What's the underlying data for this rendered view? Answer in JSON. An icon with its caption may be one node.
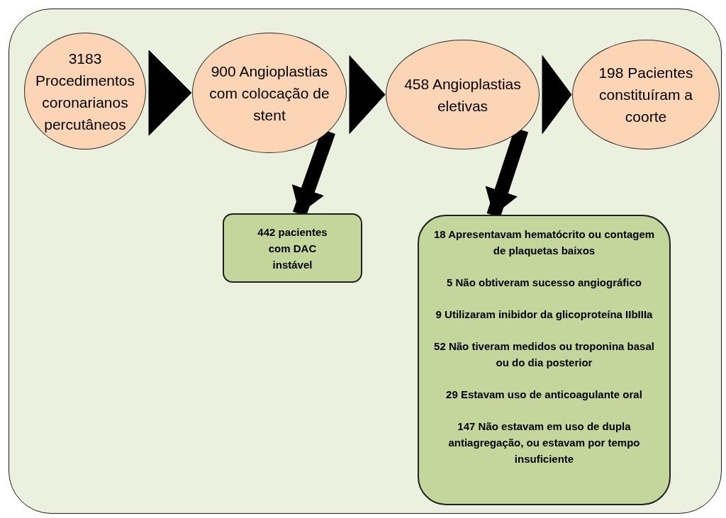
{
  "diagram": {
    "nodes": [
      {
        "text": [],
        "shape": "box"
      },
      {
        "text": [
          "3183 Procedimentos coronarianos percutâneos"
        ],
        "in": 0
      },
      {
        "text": [
          "900 Angioplastias com colocação de stent"
        ],
        "in": 0
      },
      {
        "text": [
          "458 Angioplastias eletivas"
        ],
        "in": 0
      },
      {
        "text": [
          "198 Pacientes constituíram a coorte"
        ],
        "in": 0
      },
      {
        "text": [
          "442 pacientes com DAC instável"
        ],
        "in": 0
      },
      {
        "text": [
          "18 Apresentavam hematócrito ou contagem de plaquetas baixos",
          "5 Não obtiveram sucesso angiográfico",
          "9 Utilizaram inibidor da glicoproteína IIbIIIa",
          "52 Não tiveram medidos ou troponina basal ou do dia posterior",
          "29 Estavam uso de anticoagulante oral",
          "147 Não estavam em uso de dupla antiagregação, ou estavam por tempo insuficiente"
        ],
        "in": 0
      }
    ],
    "edges": [
      {
        "from": 1,
        "to": 2,
        "arrow": "to"
      },
      {
        "from": 2,
        "to": 3,
        "arrow": "to"
      },
      {
        "from": 3,
        "to": 4,
        "arrow": "to"
      },
      {
        "from": 2,
        "to": 5,
        "arrow": "to"
      },
      {
        "from": 3,
        "to": 6,
        "arrow": "to"
      }
    ]
  }
}
